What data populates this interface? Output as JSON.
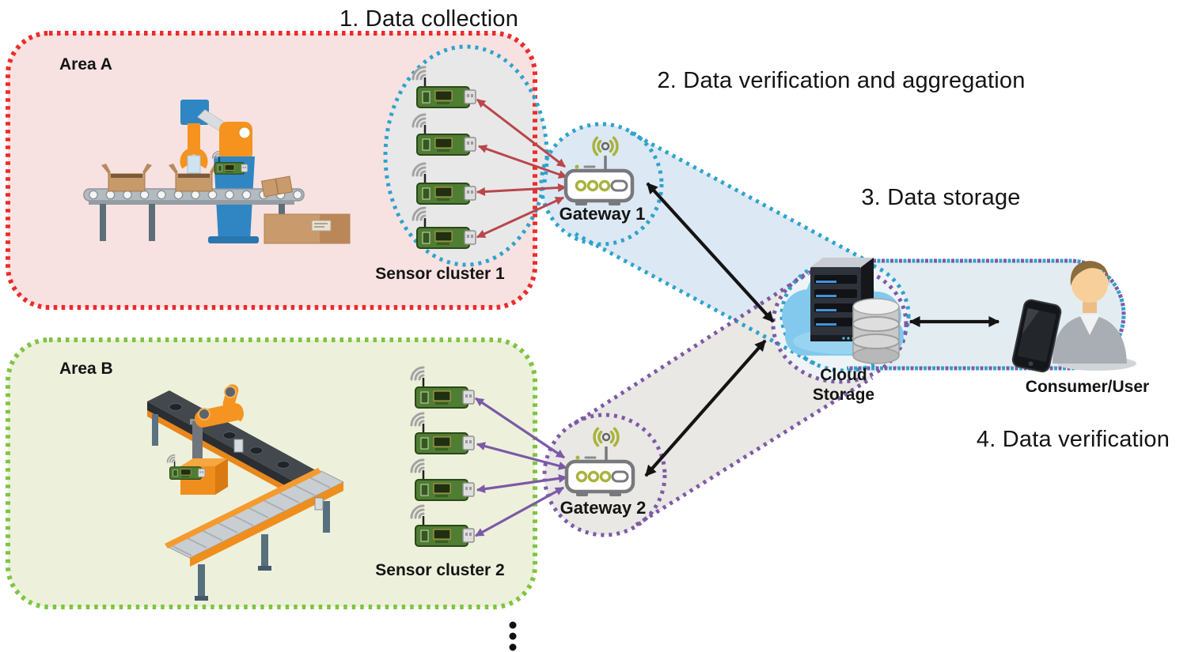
{
  "titles": {
    "step1": "1. Data collection",
    "step2": "2. Data verification and aggregation",
    "step3": "3. Data storage",
    "step4": "4. Data verification"
  },
  "area_a": {
    "label": "Area A",
    "cluster_label": "Sensor cluster 1",
    "sensor_count": 4
  },
  "area_b": {
    "label": "Area B",
    "cluster_label": "Sensor cluster 2",
    "sensor_count": 4
  },
  "gateway_1_label": "Gateway 1",
  "gateway_2_label": "Gateway 2",
  "cloud_storage_label": {
    "line1": "Cloud",
    "line2": "Storage"
  },
  "consumer_label": "Consumer/User",
  "colors": {
    "text": "#141414",
    "area_a_fill": "#f7e2e1",
    "area_a_border": "#ee2b2b",
    "area_b_fill": "#edf1db",
    "area_b_border": "#7fc443",
    "blue": "#30a2cc",
    "blue_fill": "#dce9f4",
    "gray_ellipse_fill": "#e9e8e8",
    "purple": "#7d5aa5",
    "purple_fill": "#e9e8e4",
    "link_fill": "#e3edf1",
    "cloud_zone_fill": "#eef3f6",
    "arrow_red": "#b9474b",
    "arrow_purple": "#7c59a7",
    "arrow_black": "#141414",
    "olive": "#a9b23c",
    "router_gray": "#77797c",
    "pcb_green": "#4f7d33",
    "pcb_border": "#2b4719",
    "wifi_gray": "#a3a3a3",
    "cloud_blue": "#83c9ee"
  }
}
